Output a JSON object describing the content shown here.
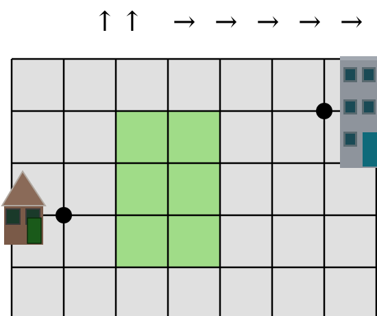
{
  "direction_sequence": [
    "↑",
    "↑",
    "→",
    "→",
    "→",
    "→",
    "→"
  ],
  "colors": {
    "cell_fill": "#e0e0e0",
    "grid_line": "#000000",
    "highlight": "#a0dc88",
    "background": "#ffffff",
    "marker": "#000000",
    "house_body": "#7a5a48",
    "house_roof": "#8a6a58",
    "house_window": "#1a3a2a",
    "house_door": "#1a5a1a",
    "building_body": "#8e949c",
    "building_window": "#1a4a55"
  },
  "grid": {
    "columns": 7,
    "rows": 5
  },
  "highlighted_cells": [
    {
      "col": 2,
      "row": 1
    },
    {
      "col": 3,
      "row": 1
    },
    {
      "col": 2,
      "row": 2
    },
    {
      "col": 3,
      "row": 2
    },
    {
      "col": 2,
      "row": 3
    },
    {
      "col": 3,
      "row": 3
    }
  ],
  "start": {
    "icon": "house-icon",
    "node": {
      "col": 1,
      "row": 3
    }
  },
  "goal": {
    "icon": "office-building-icon",
    "node": {
      "col": 6,
      "row": 1
    }
  }
}
